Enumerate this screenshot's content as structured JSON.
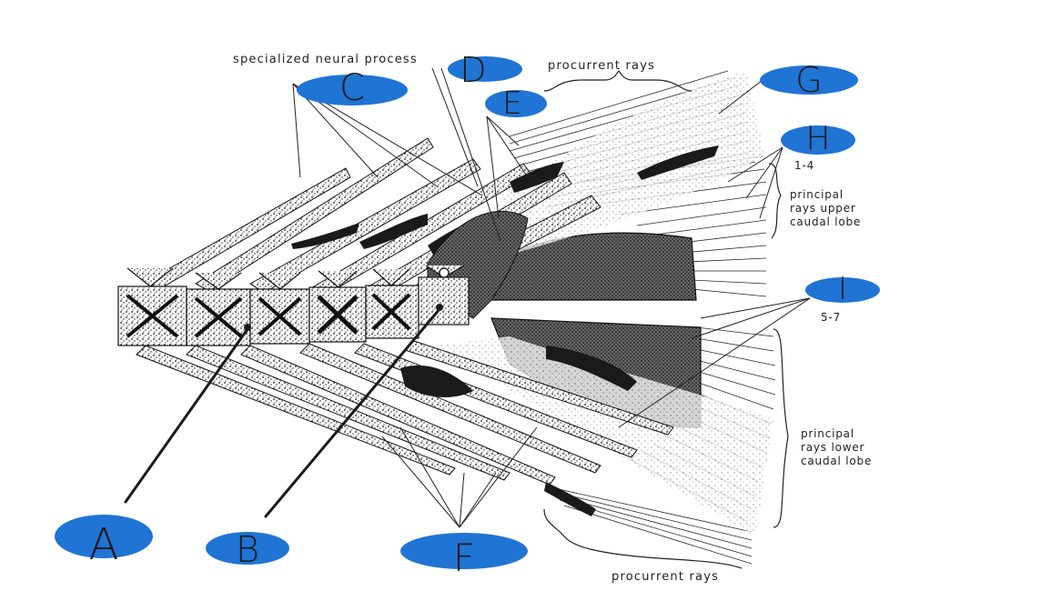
{
  "annotations": {
    "specialized_neural_process": "specialized  neural process",
    "procurrent_rays_top": "procurrent rays",
    "procurrent_rays_bottom": "procurrent rays",
    "range_upper": "1-4",
    "upper_lobe": [
      "principal",
      "rays upper",
      "caudal lobe"
    ],
    "range_lower": "5-7",
    "lower_lobe": [
      "principal",
      "rays lower",
      "caudal lobe"
    ]
  },
  "markers": {
    "A": "A",
    "B": "B",
    "C": "C",
    "D": "D",
    "E": "E",
    "F": "F",
    "G": "G",
    "H": "H",
    "I": "I"
  },
  "colors": {
    "marker_fill": "#1f74d4",
    "ink": "#1a1a1a",
    "stipple": "#3a3a3a",
    "background": "#ffffff"
  }
}
